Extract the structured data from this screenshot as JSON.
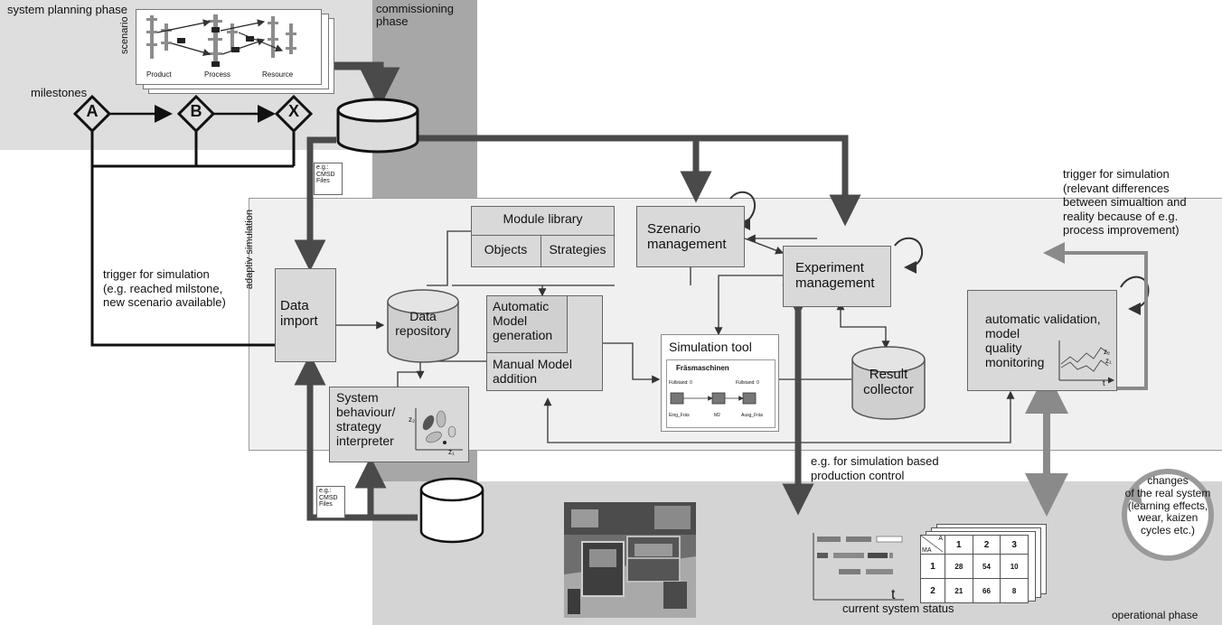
{
  "phases": {
    "planning": "system planning phase",
    "commissioning": "commissioning\nphase",
    "operational": "operational phase",
    "adaptive": "adaptiv simulation"
  },
  "milestones": {
    "label": "milestones",
    "a": "A",
    "b": "B",
    "x": "X"
  },
  "scenario": {
    "label": "scenario",
    "product": "Product",
    "process": "Process",
    "resource": "Resource"
  },
  "cmsd_top": "e.g.:\nCMSD\nFiles",
  "cmsd_bottom": "e.g.:\nCMSD\nFiles",
  "triggers": {
    "left": "trigger for simulation\n(e.g. reached milstone,\nnew scenario available)",
    "right": "trigger for simulation\n(relevant differences\nbetween simualtion and\nreality because of e.g.\nprocess improvement)"
  },
  "boxes": {
    "data_import": "Data\nimport",
    "data_repository": "Data\nrepository",
    "module_library": "Module library",
    "objects": "Objects",
    "strategies": "Strategies",
    "automatic_model": "Automatic\nModel\ngeneration",
    "manual_model": "Manual Model\naddition",
    "szenario": "Szenario\nmanagement",
    "experiment": "Experiment\nmanagement",
    "simulation_tool": "Simulation tool",
    "result_collector": "Result\ncollector",
    "validation": "automatic validation,\nmodel\nquality\nmonitoring",
    "interpreter": "System\nbehaviour/\nstrategy\ninterpreter"
  },
  "sim_window": {
    "title": "Fräsmaschinen",
    "fill1": "Füllstand: 0",
    "fill2": "Füllstand: 0",
    "node1": "Eing_Fräs",
    "node2": "M2",
    "node3": "Ausg_Fräs"
  },
  "axes": {
    "z1": "z₁",
    "z2": "z₂",
    "t": "t",
    "t_gantt": "t",
    "val_z1": "z₁",
    "val_z2": "z₂"
  },
  "production_control": "e.g. for simulation based\nproduction control",
  "changes": "changes\nof the real system\n(learning effects,\nwear, kaizen\ncycles etc.)",
  "current_status": "current system status",
  "status_table": {
    "corner_a": "A",
    "corner_ma": "MA",
    "cols": [
      "1",
      "2",
      "3"
    ],
    "rows": [
      {
        "label": "1",
        "cells": [
          "28",
          "54",
          "10"
        ]
      },
      {
        "label": "2",
        "cells": [
          "21",
          "66",
          "8"
        ]
      }
    ]
  }
}
